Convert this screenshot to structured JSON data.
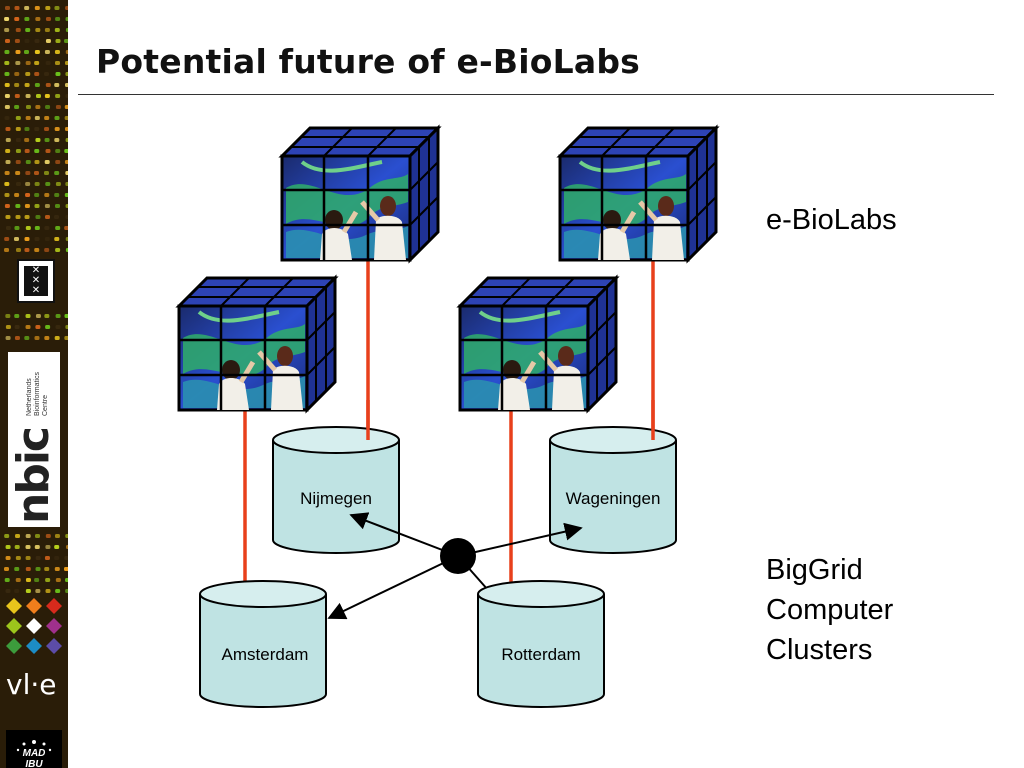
{
  "slide": {
    "title": "Potential future of e-BioLabs"
  },
  "labels": {
    "ebiolabs": "e-BioLabs",
    "biggrid_lines": [
      "BigGrid",
      "Computer",
      "Clusters"
    ]
  },
  "clusters": [
    {
      "id": "nijmegen",
      "name": "Nijmegen"
    },
    {
      "id": "wageningen",
      "name": "Wageningen"
    },
    {
      "id": "amsterdam",
      "name": "Amsterdam"
    },
    {
      "id": "rotterdam",
      "name": "Rotterdam"
    }
  ],
  "sidebar": {
    "nbic_small_text": "Netherlands Bioinformatics Centre",
    "nbic_logo_text": "nbic",
    "vle_logo_text": "vl·e",
    "madibu_logo_text": "MAD IBU"
  },
  "colors": {
    "cylinder_fill": "#bfe3e3",
    "cylinder_top": "#d6eeee",
    "link_line": "#e8401c",
    "arrow": "#000000",
    "sidebar_bg": "#2a1d08"
  },
  "icons": {
    "ebiolab_cube": "visualization-cube-icon",
    "network_hub": "hub-dot-icon"
  }
}
